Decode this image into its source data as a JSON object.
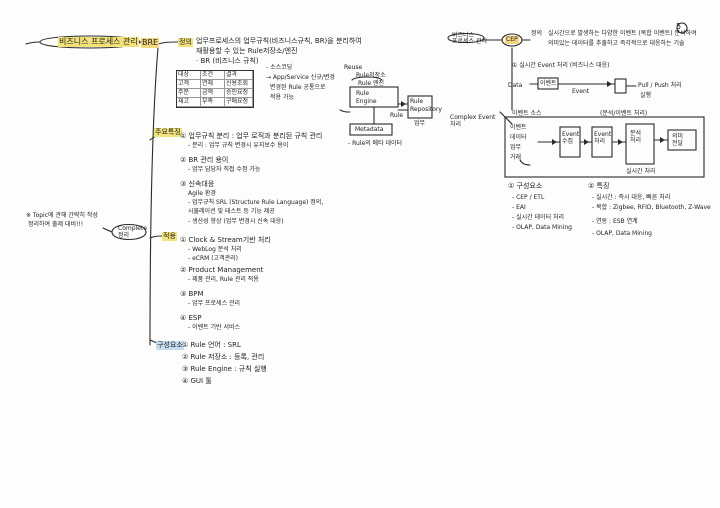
{
  "root": {
    "label": "비즈니스 프로세스 관리"
  },
  "brf": {
    "tag": "BRE",
    "def_tag": "정의",
    "def_line1": "업무프로세스의 업무규칙(비즈니스규칙, BR)을 분리하여",
    "def_line2": "재활용할 수 있는 Rule저장소/엔진",
    "def_line3": "· BR (비즈니스 규칙)",
    "br_table": [
      [
        "대상",
        "조건",
        "결과"
      ],
      [
        "고객",
        "연체",
        "신용조회"
      ],
      [
        "주문",
        "금액",
        "승인요청"
      ],
      [
        "재고",
        "부족",
        "구매요청"
      ]
    ],
    "note1": "- 소스코딩",
    "note2": "→ App/Service 신규/변경",
    "note3": "변경된 Rule 공통으로",
    "note4": "적용 가능",
    "reuse_title": "Reuse",
    "reuse_sub": "Rule저장소",
    "rule_engine_label": "Rule 엔진",
    "rule_engine_box": "Rule\nEngine",
    "repo_box": "Rule\nRepository",
    "metadata_box": "Metadata",
    "rule_caption": "Rule",
    "biz_label": "업무",
    "bottom_note": "- Rule의 메타 데이터"
  },
  "features": {
    "tag": "주요특징",
    "f1": "① 업무규칙 분리 : 업무 로직과 분리된 규칙 관리",
    "f1b": "- 분리 : 업무 규칙 변경시 유지보수 용이",
    "f2": "② BR 관리 용이",
    "f2b": "- 업무 담당자 직접 수정 가능",
    "f3": "③ 신속대응",
    "f3b": "Agile 환경",
    "f3c": "- 업무규칙 SRL (Structure Rule Language) 정의,",
    "f3d": "시뮬레이션 및 테스트 등 기능 제공",
    "f3e": "- 생산성 향상 (업무 변경시 신속 대응)"
  },
  "apply": {
    "tag": "적용",
    "a1": "① Clock & Stream기반 처리",
    "a1b": "- WebLog 분석 처리",
    "a1c": "- eCRM (고객관리)",
    "a2": "② Product Management",
    "a2b": "- 제품 관리, Rule 관리 적용",
    "a3": "③ BPM",
    "a3b": "- 업무 프로세스 관리",
    "a4": "④ ESP",
    "a4b": "- 이벤트 기반 서비스"
  },
  "components": {
    "tag": "구성요소",
    "c1": "① Rule 언어 : SRL",
    "c2": "② Rule 저장소 : 등록, 관리",
    "c3": "③ Rule Engine : 규칙 실행",
    "c4": "④ GUI 툴"
  },
  "left_note": {
    "line1": "※ Topic에 관해 간략히 작성",
    "line2": "정리하여 출제 대비!!!",
    "bubble": "Complete\n정리"
  },
  "cep": {
    "header_tag": "비즈니스\n프로세스 관리",
    "tag": "CEP",
    "def_tag": "정의",
    "def1": "실시간으로 발생하는 다양한 이벤트 (복합 이벤트) 분석하여",
    "def2": "의미있는 데이터를 추출하고 즉각적으로 대응하는 기술",
    "flow_title": "① 실시간 Event 처리 (비즈니스 대응)",
    "flow_src": "Data",
    "flow_mid": "이벤트",
    "flow_evt": "Event",
    "flow_out": "Pull / Push 처리",
    "flow_out2": "실행",
    "side_label": "Complex Event\n처리",
    "diag_title": "이벤트 소스",
    "diag_hint": "(분석/이벤트 처리)",
    "src_items": [
      "이벤트",
      "데이터",
      "업무",
      "거래"
    ],
    "mid_box1": "Event\n수집",
    "mid_box2": "Event\n처리",
    "right_box": "분석\n처리",
    "out_box": "의미\n전달",
    "diag_caption": "실시간 처리",
    "b1_title": "① 구성요소",
    "b1": [
      "- CEP / ETL",
      "- EAI",
      "- 실시간 데이터 처리",
      "- OLAP, Data Mining"
    ],
    "b2_title": "② 특징",
    "b2": [
      "- 실시간 : 즉시 대응, 빠른 처리",
      "- 복합 : Zigbee, RFID, Bluetooth, Z-Wave",
      "- 연동 : ESB 연계",
      "- OLAP, Data Mining"
    ]
  },
  "page_number": "5"
}
